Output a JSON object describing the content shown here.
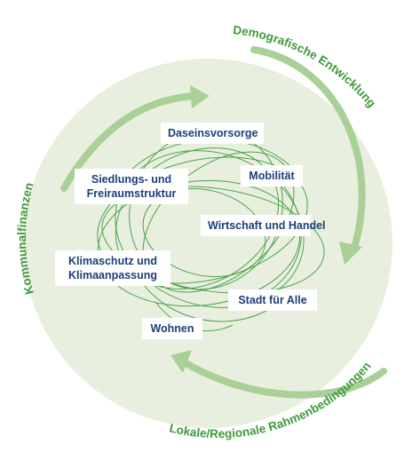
{
  "outer_labels": {
    "top_right": "Demografische Entwicklung",
    "left": "Kommunalfinanzen",
    "bottom": "Lokale/Regionale Rahmenbedingungen"
  },
  "boxes": {
    "daseinsvorsorge": "Daseinsvorsorge",
    "mobilitaet": "Mobilität",
    "siedlung_line1": "Siedlungs- und",
    "siedlung_line2": "Freiraumstruktur",
    "wirtschaft": "Wirtschaft und Handel",
    "klima_line1": "Klimaschutz und",
    "klima_line2": "Klimaanpassung",
    "stadt": "Stadt für Alle",
    "wohnen": "Wohnen"
  },
  "colors": {
    "circle_fill": "#e9efdf",
    "arrow": "#a9d097",
    "label_green": "#3f9a3c",
    "scribble": "#3a9a3a",
    "box_text": "#1c3f7a"
  }
}
